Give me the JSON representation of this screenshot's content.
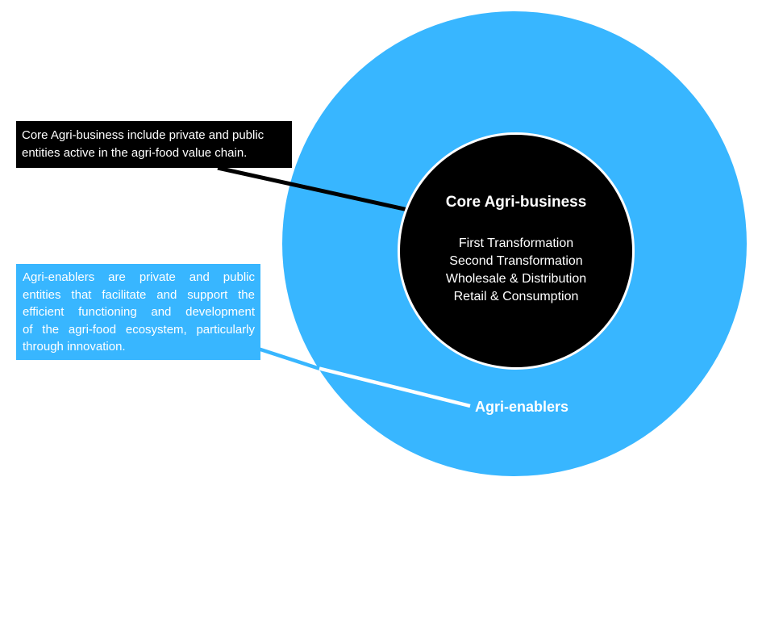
{
  "diagram": {
    "colors": {
      "outer_circle_blue": "#38B6FF",
      "inner_circle_black": "#000000",
      "ring_and_text_white": "#FFFFFF"
    },
    "outer_circle": {
      "label": "Agri-enablers"
    },
    "inner_circle": {
      "title": "Core Agri-business",
      "items": [
        "First Transformation",
        "Second Transformation",
        "Wholesale & Distribution",
        "Retail & Consumption"
      ]
    },
    "callouts": {
      "core": {
        "text": "Core Agri-business include private and public entities active in the agri-food value chain.",
        "lines": [
          "Core Agri-business include private and public",
          "entities active in the agri-food value chain."
        ]
      },
      "enablers": {
        "text": "Agri-enablers are private and public entities that facilitate and support the efficient functioning and development of the agri-food ecosystem, particularly through innovation.",
        "lines": [
          "Agri-enablers are private and public",
          "entities that facilitate and support the",
          "efficient functioning and development",
          "of the agri-food ecosystem, particularly",
          "through innovation."
        ]
      }
    }
  }
}
